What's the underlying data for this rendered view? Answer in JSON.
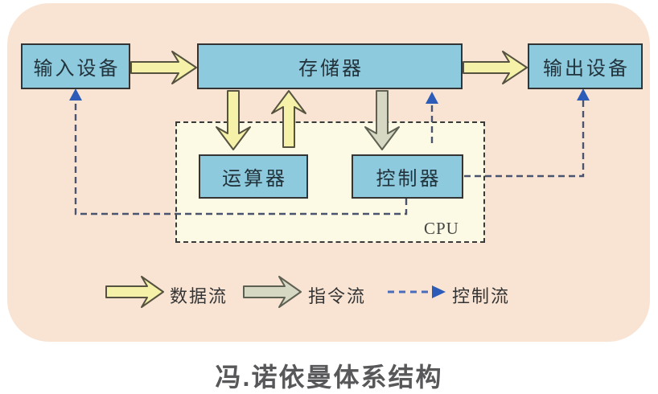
{
  "title": "冯.诺依曼体系结构",
  "diagram": {
    "boxes": {
      "input": {
        "label": "输入设备"
      },
      "memory": {
        "label": "存储器"
      },
      "output": {
        "label": "输出设备"
      },
      "alu": {
        "label": "运算器"
      },
      "control": {
        "label": "控制器"
      },
      "cpu": {
        "label": "CPU"
      }
    },
    "flows": [
      {
        "name": "data-flow",
        "from": "输入设备",
        "to": "存储器",
        "style": "yellow-block-arrow"
      },
      {
        "name": "data-flow",
        "from": "存储器",
        "to": "输出设备",
        "style": "yellow-block-arrow"
      },
      {
        "name": "data-flow",
        "from": "存储器",
        "to": "运算器",
        "style": "yellow-block-arrow"
      },
      {
        "name": "data-flow",
        "from": "运算器",
        "to": "存储器",
        "style": "yellow-block-arrow"
      },
      {
        "name": "instruction-flow",
        "from": "存储器",
        "to": "控制器",
        "style": "gray-block-arrow"
      },
      {
        "name": "control-flow",
        "from": "控制器",
        "to": "存储器",
        "style": "blue-dashed-arrow"
      },
      {
        "name": "control-flow",
        "from": "控制器",
        "to": "输出设备",
        "style": "blue-dashed-arrow"
      },
      {
        "name": "control-flow",
        "from": "控制器",
        "to": "输入设备",
        "style": "blue-dashed-arrow"
      }
    ],
    "legend": [
      {
        "label": "数据流",
        "type": "data-flow"
      },
      {
        "label": "指令流",
        "type": "instruction-flow"
      },
      {
        "label": "控制流",
        "type": "control-flow"
      }
    ],
    "colors": {
      "panel_background": "#f9e4d4",
      "box_fill": "#8ecade",
      "box_border": "#343434",
      "cpu_region_fill": "#fcf9e4",
      "data_arrow_fill": "#f5f1a9",
      "instruction_arrow_fill": "#d6d8c4",
      "control_line": "#4b546f",
      "control_arrowhead": "#2d5cb8",
      "title_color": "#58585a"
    }
  }
}
